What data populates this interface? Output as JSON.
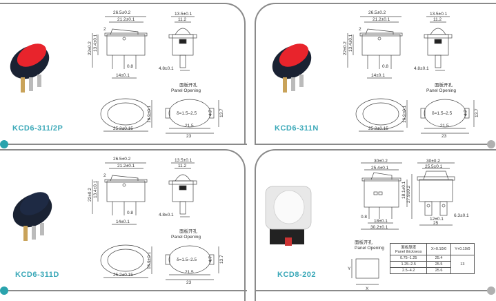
{
  "colors": {
    "accent": "#3aa8b8",
    "dot_teal": "#2aa3ad",
    "dot_grey": "#b0b0b0",
    "border": "#8a8a8a"
  },
  "products": [
    {
      "model": "KCD6-311/2P",
      "rocker_color": "#e8242c"
    },
    {
      "model": "KCD6-311N",
      "rocker_color": "#e8242c"
    },
    {
      "model": "KCD6-311D",
      "rocker_color": "#1e2a44"
    },
    {
      "model": "KCD8-202",
      "rocker_color": "#f0f0f0"
    }
  ],
  "kcd6_dims": {
    "width_total": "26.5±0.2",
    "width_rocker": "21.2±0.1",
    "top": "2",
    "height_total": "22±0.2",
    "height_body": "13.4±0.1",
    "pin_gap": "0.8",
    "pin_span": "14±0.1",
    "side_width": "13.5±0.1",
    "side_inner": "11.2",
    "pin_width": "4.8±0.1",
    "oval_height": "16.9±0.1",
    "oval_width": "25.2±0.15",
    "panel_thickness": "δ=1.5–2.5",
    "tab_height": "4.7",
    "open_height": "13.7",
    "open_inner": "21.5",
    "open_total": "23"
  },
  "panel_opening": {
    "cn": "面板开孔",
    "en": "Panel Opening"
  },
  "kcd8_dims": {
    "width_total": "30±0.2",
    "width_rocker": "25.4±0.1",
    "height_body": "18.1±0.1",
    "height_total": "27.9±0.2",
    "pin_gap": "0.8",
    "pin_span": "18±0.1",
    "base": "30.2±0.1",
    "side_width": "30±0.2",
    "side_inner": "25.5±0.1",
    "pin_space": "12±0.1",
    "pin_width": "6.3±0.1",
    "side_base": "25",
    "axis_x": "X",
    "axis_y": "Y"
  },
  "kcd8_table": {
    "head_cn": "面板厚度",
    "head_en": "Panel thickness",
    "col_x": "X+0.10/0",
    "col_y": "Y+0.10/0",
    "rows": [
      [
        "0.75–1.25",
        "25.4"
      ],
      [
        "1.25–2.5",
        "25.5"
      ],
      [
        "2.5–4.2",
        "25.6"
      ]
    ],
    "y_value": "13"
  }
}
